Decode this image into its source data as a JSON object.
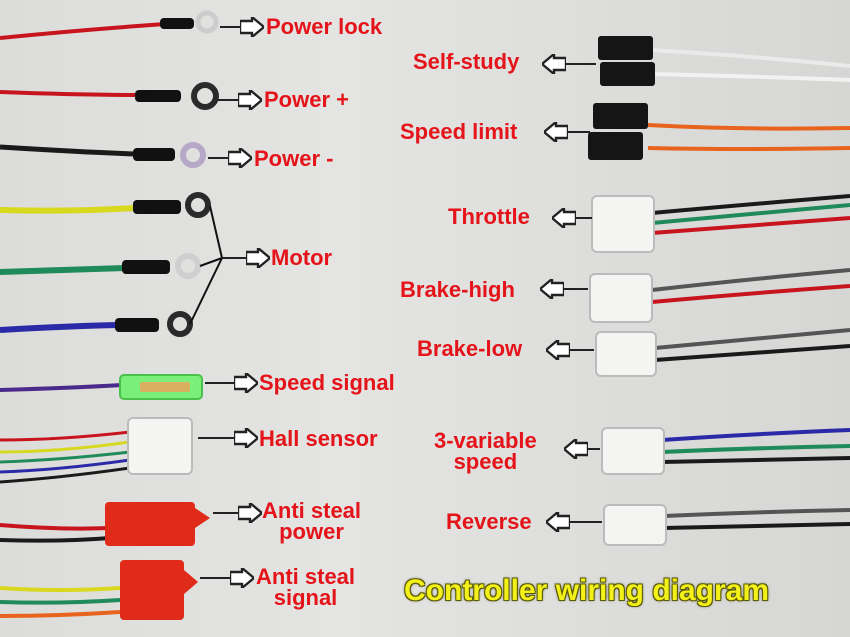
{
  "left_labels": {
    "power_lock": "Power lock",
    "power_plus": "Power +",
    "power_minus": "Power -",
    "motor": "Motor",
    "speed_signal": "Speed signal",
    "hall_sensor": "Hall sensor",
    "anti_steal_power_1": "Anti steal",
    "anti_steal_power_2": "power",
    "anti_steal_signal_1": "Anti steal",
    "anti_steal_signal_2": "signal"
  },
  "right_labels": {
    "self_study": "Self-study",
    "speed_limit": "Speed limit",
    "throttle": "Throttle",
    "brake_high": "Brake-high",
    "brake_low": "Brake-low",
    "variable_speed_1": "3-variable",
    "variable_speed_2": "speed",
    "reverse": "Reverse"
  },
  "title": "Controller wiring diagram",
  "colors": {
    "label": "#e4141a",
    "title": "#f3f01a",
    "red_wire": "#c8141c",
    "black_wire": "#1a1a1a",
    "yellow_wire": "#d8d81e",
    "green_wire": "#1f8a5a",
    "blue_wire": "#2a2aa8",
    "purple_wire": "#4a2a8a",
    "orange_wire": "#e8641e"
  }
}
